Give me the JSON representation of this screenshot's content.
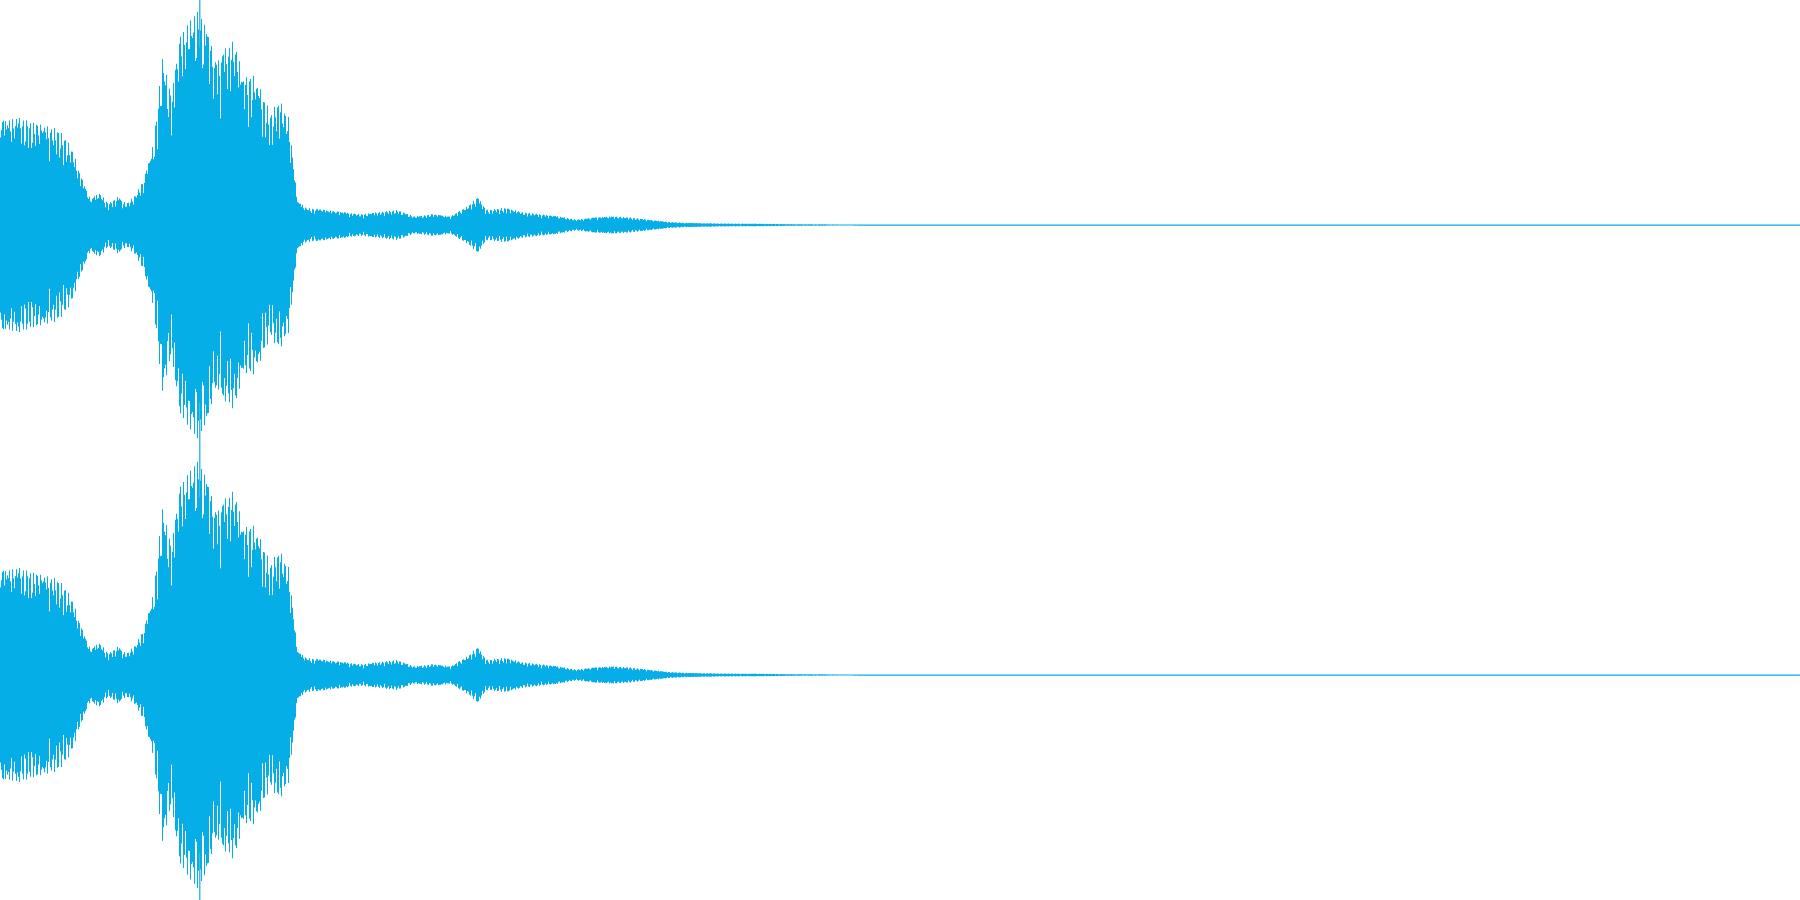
{
  "waveform": {
    "channels": [
      "left-channel",
      "right-channel"
    ],
    "color": "#05aee6",
    "background": "#ffffff",
    "envelope": [
      [
        0.0,
        0.48
      ],
      [
        0.01,
        0.5
      ],
      [
        0.02,
        0.47
      ],
      [
        0.03,
        0.45
      ],
      [
        0.035,
        0.42
      ],
      [
        0.04,
        0.35
      ],
      [
        0.045,
        0.22
      ],
      [
        0.05,
        0.12
      ],
      [
        0.055,
        0.15
      ],
      [
        0.06,
        0.1
      ],
      [
        0.065,
        0.13
      ],
      [
        0.07,
        0.1
      ],
      [
        0.075,
        0.14
      ],
      [
        0.08,
        0.22
      ],
      [
        0.085,
        0.38
      ],
      [
        0.09,
        0.78
      ],
      [
        0.095,
        0.6
      ],
      [
        0.1,
        0.88
      ],
      [
        0.105,
        0.95
      ],
      [
        0.11,
        1.0
      ],
      [
        0.115,
        0.9
      ],
      [
        0.12,
        0.75
      ],
      [
        0.125,
        0.82
      ],
      [
        0.13,
        0.86
      ],
      [
        0.135,
        0.68
      ],
      [
        0.14,
        0.7
      ],
      [
        0.145,
        0.62
      ],
      [
        0.15,
        0.52
      ],
      [
        0.155,
        0.58
      ],
      [
        0.16,
        0.5
      ],
      [
        0.165,
        0.11
      ],
      [
        0.17,
        0.08
      ],
      [
        0.18,
        0.07
      ],
      [
        0.19,
        0.06
      ],
      [
        0.2,
        0.05
      ],
      [
        0.21,
        0.06
      ],
      [
        0.22,
        0.07
      ],
      [
        0.23,
        0.04
      ],
      [
        0.24,
        0.05
      ],
      [
        0.25,
        0.04
      ],
      [
        0.26,
        0.09
      ],
      [
        0.265,
        0.13
      ],
      [
        0.27,
        0.07
      ],
      [
        0.28,
        0.08
      ],
      [
        0.29,
        0.06
      ],
      [
        0.3,
        0.05
      ],
      [
        0.31,
        0.04
      ],
      [
        0.32,
        0.025
      ],
      [
        0.33,
        0.035
      ],
      [
        0.34,
        0.04
      ],
      [
        0.35,
        0.035
      ],
      [
        0.36,
        0.025
      ],
      [
        0.37,
        0.015
      ],
      [
        0.38,
        0.01
      ],
      [
        0.4,
        0.007
      ],
      [
        0.42,
        0.006
      ],
      [
        0.44,
        0.004
      ],
      [
        0.46,
        0.003
      ],
      [
        0.47,
        0.002
      ],
      [
        0.48,
        0.0
      ],
      [
        1.0,
        0.0
      ]
    ],
    "playhead_position": 0.111
  }
}
